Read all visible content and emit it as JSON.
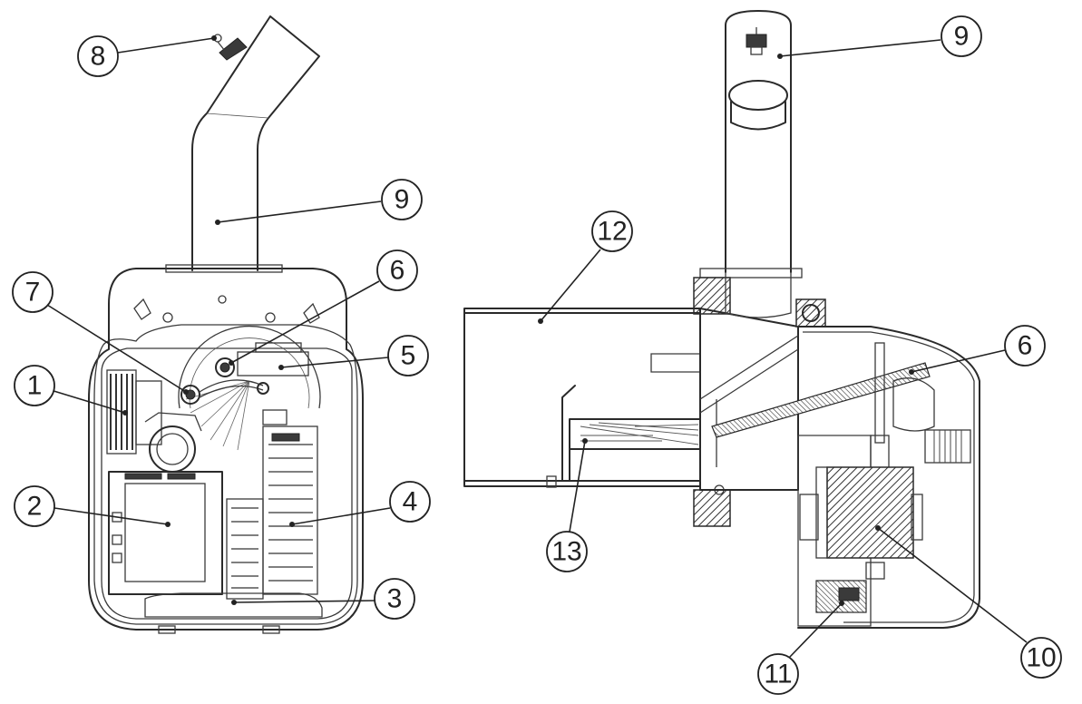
{
  "callouts": [
    {
      "id": "c1",
      "label": "1"
    },
    {
      "id": "c2",
      "label": "2"
    },
    {
      "id": "c3",
      "label": "3"
    },
    {
      "id": "c4",
      "label": "4"
    },
    {
      "id": "c5",
      "label": "5"
    },
    {
      "id": "c6",
      "label": "6"
    },
    {
      "id": "c7",
      "label": "7"
    },
    {
      "id": "c8",
      "label": "8"
    },
    {
      "id": "c9",
      "label": "9"
    },
    {
      "id": "c9b",
      "label": "9"
    },
    {
      "id": "c12",
      "label": "12"
    },
    {
      "id": "c6b",
      "label": "6"
    },
    {
      "id": "c13",
      "label": "13"
    },
    {
      "id": "c11",
      "label": "11"
    },
    {
      "id": "c10",
      "label": "10"
    }
  ]
}
